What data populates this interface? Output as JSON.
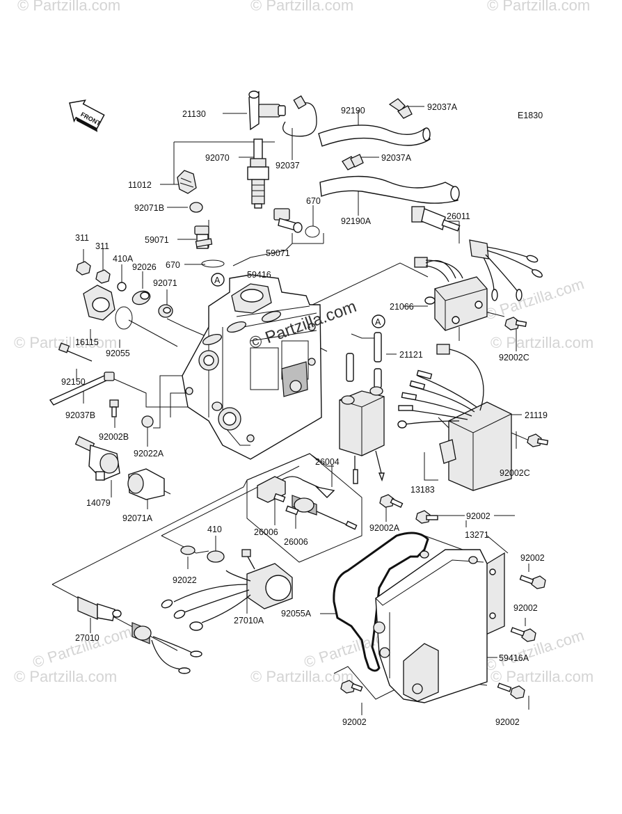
{
  "diagram_code": "E1830",
  "front_label": "FRONT",
  "watermark_text": "© Partzilla.com",
  "watermark_center": "© Partzilla.com",
  "callout_letter": "A",
  "labels": {
    "p21130": "21130",
    "p92190": "92190",
    "p92037A_1": "92037A",
    "p92070": "92070",
    "p92037": "92037",
    "p92037A_2": "92037A",
    "p11012": "11012",
    "p92071B": "92071B",
    "p670_1": "670",
    "p92190A": "92190A",
    "p26011": "26011",
    "p59071_1": "59071",
    "p59071_2": "59071",
    "p311_1": "311",
    "p311_2": "311",
    "p410A": "410A",
    "p92026": "92026",
    "p670_2": "670",
    "p59416": "59416",
    "p92071": "92071",
    "p21066": "21066",
    "p16115": "16115",
    "p92055": "92055",
    "p21121": "21121",
    "p92002C_1": "92002C",
    "p92150": "92150",
    "p92037B": "92037B",
    "p92002B": "92002B",
    "p92022A": "92022A",
    "p21119": "21119",
    "p92002C_2": "92002C",
    "p26004": "26004",
    "p13183": "13183",
    "p14079": "14079",
    "p92071A": "92071A",
    "p92002A": "92002A",
    "p92002_1": "92002",
    "p26006_1": "26006",
    "p26006_2": "26006",
    "p410": "410",
    "p13271": "13271",
    "p92022": "92022",
    "p92002_2": "92002",
    "p27010A": "27010A",
    "p92055A": "92055A",
    "p92002_3": "92002",
    "p27010": "27010",
    "p59416A": "59416A",
    "p92002_4": "92002",
    "p92002_5": "92002"
  }
}
